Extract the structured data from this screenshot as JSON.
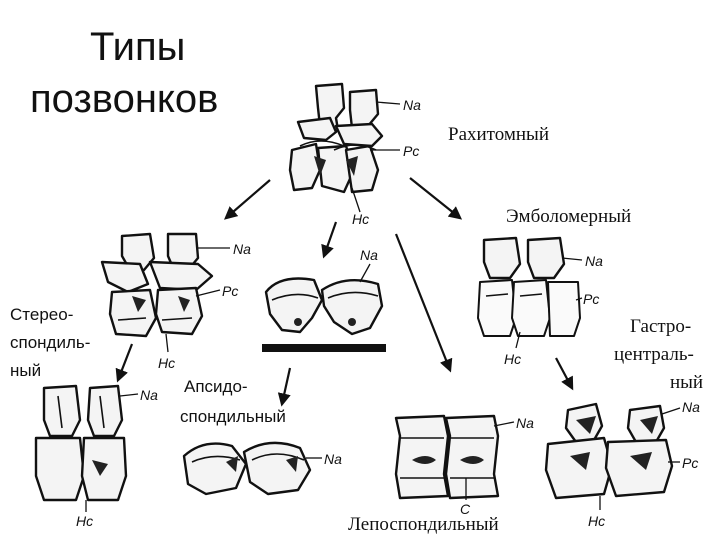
{
  "title": {
    "line1": "Типы",
    "line2": "позвонков"
  },
  "types": {
    "rhachitomous": "Рахитомный",
    "embolomerous": "Эмболомерный",
    "stereospondylous": {
      "line1": "Стерео-",
      "line2": "спондиль-",
      "line3": "ный"
    },
    "aspidospondylous": {
      "line1": "Апсидо-",
      "line2": "спондильный"
    },
    "lepospondylous": "Лепоспондильный",
    "gastrocentrous": {
      "line1": "Гастро-",
      "line2": "централь-",
      "line3": "ный"
    }
  },
  "labels": {
    "na": "Na",
    "pc": "Pc",
    "hc": "Hc",
    "c": "C"
  }
}
